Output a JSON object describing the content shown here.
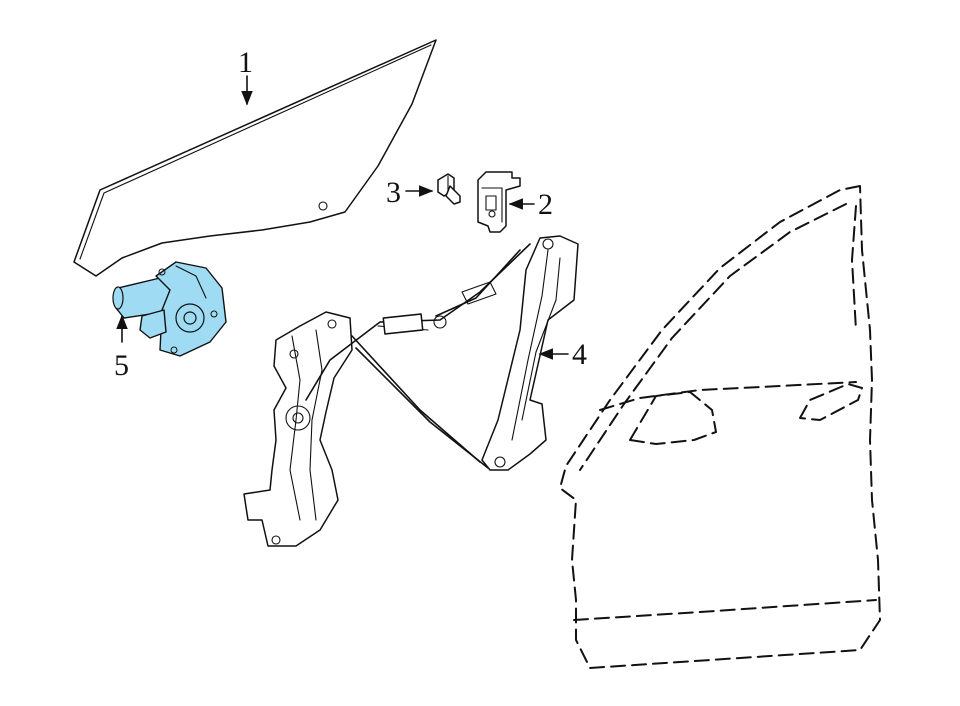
{
  "diagram": {
    "callouts": [
      {
        "id": "1",
        "label": "1"
      },
      {
        "id": "2",
        "label": "2"
      },
      {
        "id": "3",
        "label": "3"
      },
      {
        "id": "4",
        "label": "4"
      },
      {
        "id": "5",
        "label": "5"
      }
    ],
    "colors": {
      "line": "#111111",
      "highlight": "#9fdcf4",
      "background": "#ffffff"
    }
  }
}
